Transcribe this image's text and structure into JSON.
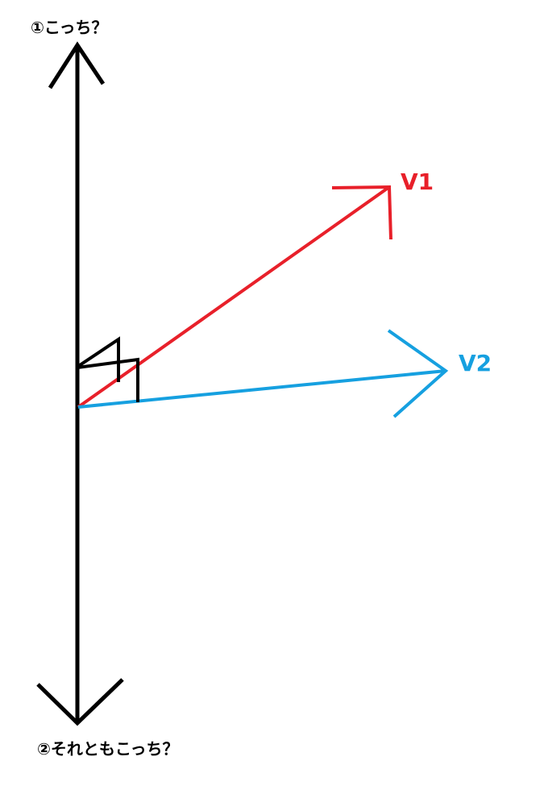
{
  "labels": {
    "up": "①こっち？",
    "down": "②それともこっち？",
    "v1": "V1",
    "v2": "V2"
  },
  "colors": {
    "axis": "#000000",
    "v1": "#e8202a",
    "v2": "#16a0e0",
    "text": "#000000"
  }
}
